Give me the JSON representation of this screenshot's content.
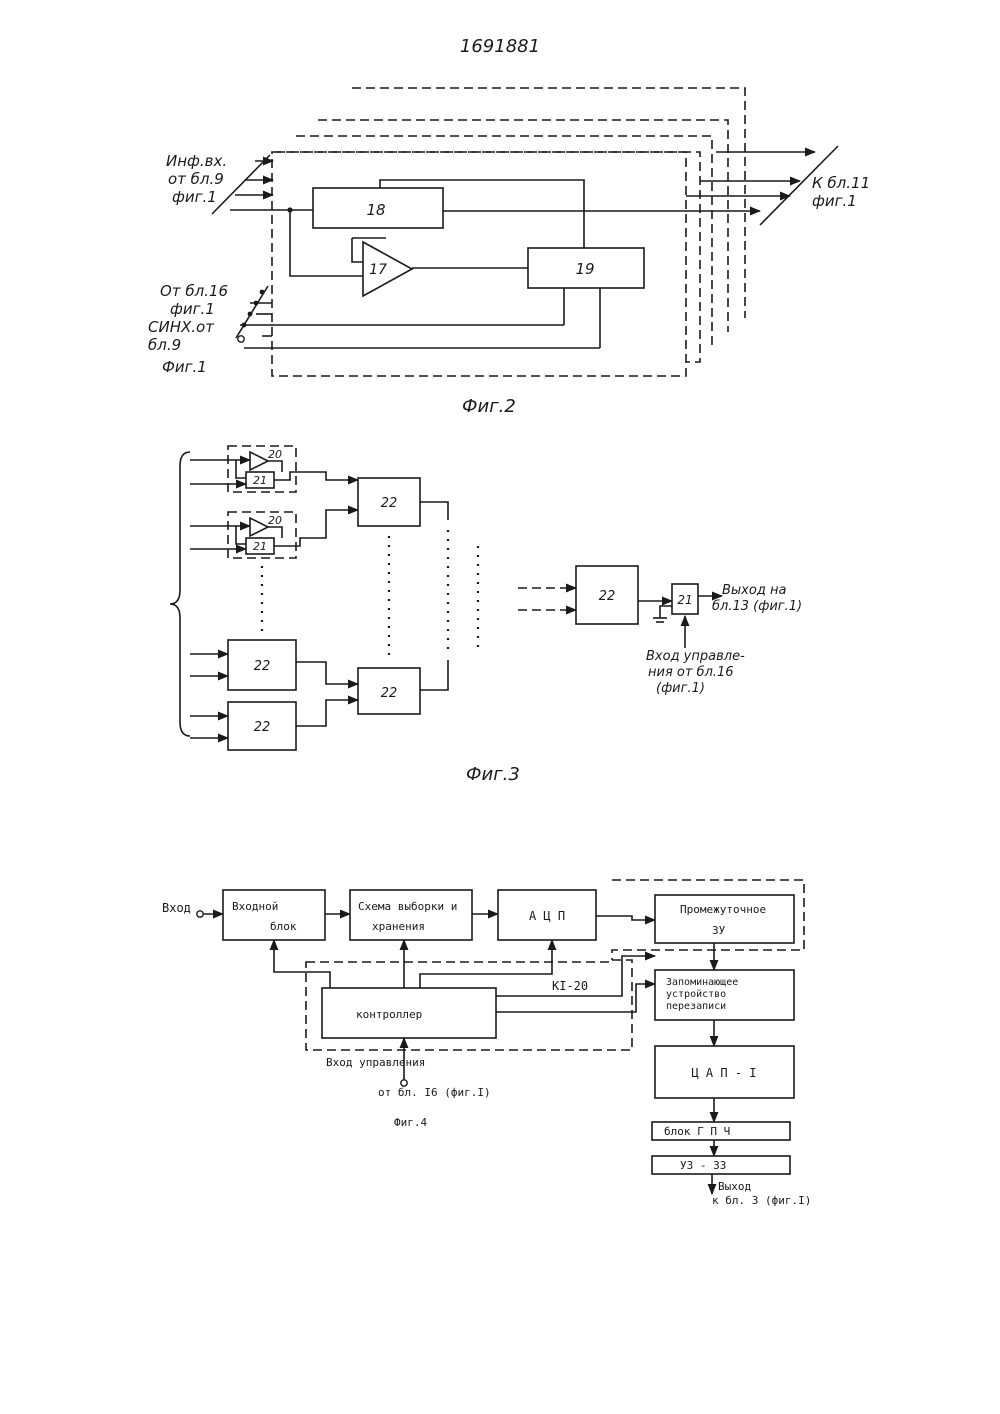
{
  "header": {
    "patent_number": "1691881"
  },
  "fig2": {
    "caption": "Фиг.2",
    "input_label": [
      "Инф.вх.",
      "от бл.9",
      "фиг.1"
    ],
    "output_label": [
      "К бл.11",
      "фиг.1"
    ],
    "control_label": [
      "От бл.16",
      "фиг.1",
      "СИНХ.от",
      "бл.9",
      "Фиг.1"
    ],
    "blocks": {
      "b18": "18",
      "b17": "17",
      "b19": "19"
    }
  },
  "fig3": {
    "caption": "Фиг.3",
    "labels": {
      "n20": "20",
      "n21": "21",
      "n22": "22"
    },
    "output_label": [
      "Выход на",
      "бл.13 (фиг.1)"
    ],
    "control_label": [
      "Вход управле-",
      "ния от бл.16",
      "(фиг.1)"
    ]
  },
  "fig4": {
    "caption": "Фиг.4",
    "input_label": "Вход",
    "blocks": {
      "input_block": [
        "Входной",
        "блок"
      ],
      "sample_hold": [
        "Схема выборки и",
        "хранения"
      ],
      "adc": "А Ц П",
      "buffer": [
        "Промежуточное",
        "ЗУ"
      ],
      "rewrite_mem": [
        "Запоминающее",
        "устройство",
        "перезаписи"
      ],
      "controller": "контроллер",
      "dac": "Ц А П - I",
      "gpch": "блок  Г П Ч",
      "uz": "УЗ - 33"
    },
    "bus_label": "КI-20",
    "control_label": "Вход управления",
    "control_source": "от бл. I6 (фиг.I)",
    "output_label": [
      "Выход",
      "к бл. 3 (фиг.I)"
    ]
  }
}
